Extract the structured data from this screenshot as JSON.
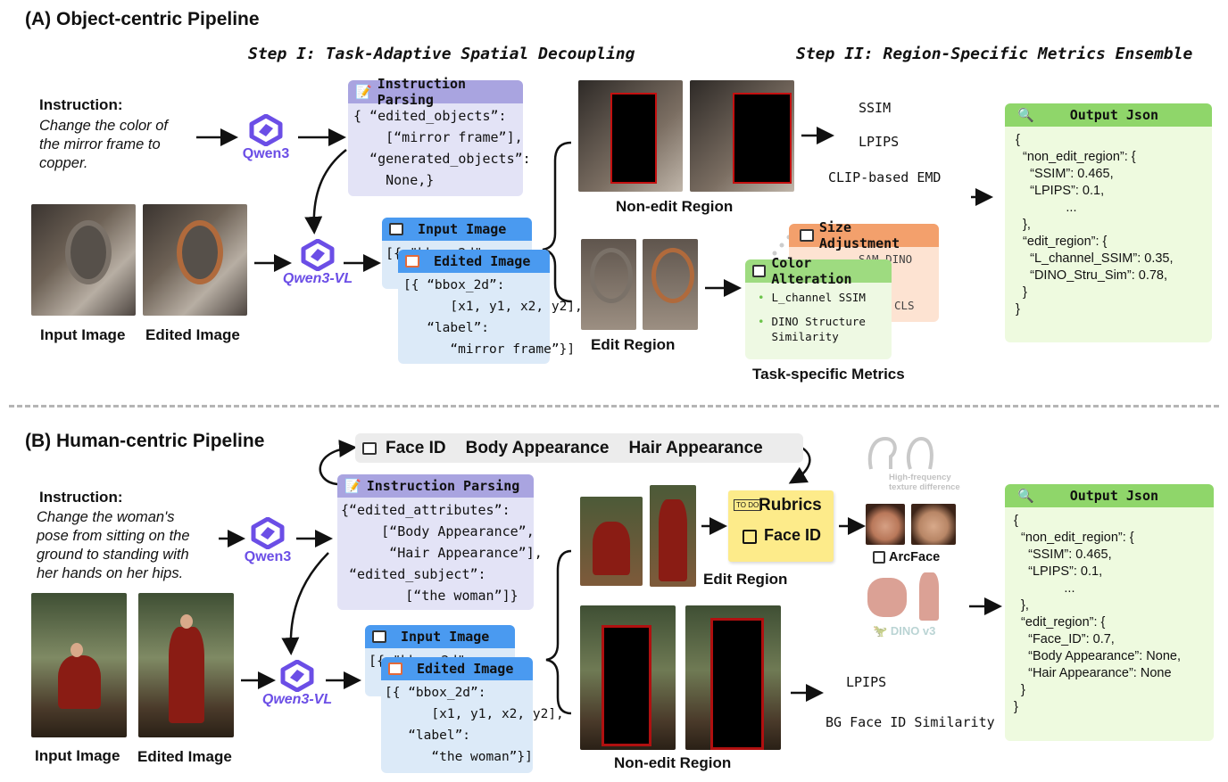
{
  "section_a": {
    "title": "(A) Object-centric Pipeline",
    "step1": "Step I: Task-Adaptive Spatial Decoupling",
    "step2": "Step II: Region-Specific Metrics Ensemble",
    "instruction_heading": "Instruction:",
    "instruction_lines": [
      "Change the color of",
      "the mirror frame to",
      "copper."
    ],
    "qwen3": "Qwen3",
    "qwen3vl": "Qwen3-VL",
    "input_image_label": "Input Image",
    "edited_image_label": "Edited Image",
    "parsing": {
      "title": "Instruction Parsing",
      "lines": [
        "{ “edited_objects”:",
        "    [“mirror frame”],",
        "  “generated_objects”:",
        "    None,}"
      ]
    },
    "input_card": {
      "title": "Input Image",
      "peek": "[{ \"bbox_2d\""
    },
    "edited_card": {
      "title": "Edited Image",
      "lines": [
        "[{ “bbox_2d”:",
        "      [x1, y1, x2, y2],",
        "   “label”:",
        "      “mirror frame”}]"
      ]
    },
    "non_edit_region_label": "Non-edit Region",
    "edit_region_label": "Edit Region",
    "metrics": [
      "SSIM",
      "LPIPS",
      "CLIP-based EMD"
    ],
    "size_card": {
      "title": "Size Adjustment",
      "lines": [
        "SAM-DINO CLS",
        "CLS"
      ]
    },
    "color_card": {
      "title": "Color Alteration",
      "items": [
        "L_channel SSIM",
        "DINO Structure Similarity"
      ]
    },
    "task_metrics_label": "Task-specific Metrics",
    "output": {
      "title": "Output Json",
      "lines": [
        "{",
        "  “non_edit_region”: {",
        "    “SSIM”: 0.465,",
        "    “LPIPS”: 0.1,",
        "              ...",
        "  },",
        "  “edit_region”: {",
        "    “L_channel_SSIM”: 0.35,",
        "    “DINO_Stru_Sim”: 0.78,",
        "  }",
        "}"
      ]
    }
  },
  "section_b": {
    "title": "(B) Human-centric Pipeline",
    "attributes_bar": [
      "Face ID",
      "Body Appearance",
      "Hair Appearance"
    ],
    "instruction_heading": "Instruction:",
    "instruction_lines": [
      "Change the woman's",
      "pose from sitting on the",
      "ground to standing with",
      "her hands on her hips."
    ],
    "qwen3": "Qwen3",
    "qwen3vl": "Qwen3-VL",
    "input_image_label": "Input Image",
    "edited_image_label": "Edited Image",
    "parsing": {
      "title": "Instruction Parsing",
      "lines": [
        "{“edited_attributes”:",
        "     [“Body Appearance”,",
        "      “Hair Appearance”],",
        " “edited_subject”:",
        "        [“the woman”]}"
      ]
    },
    "input_card": {
      "title": "Input Image",
      "peek": "[{ \"bbox_2d\""
    },
    "edited_card": {
      "title": "Edited Image",
      "lines": [
        "[{ “bbox_2d”:",
        "      [x1, y1, x2, y2],",
        "   “label”:",
        "      “the woman”}]"
      ]
    },
    "edit_region_label": "Edit Region",
    "non_edit_region_label": "Non-edit Region",
    "rubrics": {
      "title": "Rubrics",
      "item": "Face ID",
      "todo": "TO DO"
    },
    "hf_label": [
      "High-frequency",
      "texture difference"
    ],
    "arcface": "ArcFace",
    "dino": "DINO v3",
    "metrics": [
      "LPIPS",
      "BG Face ID Similarity"
    ],
    "output": {
      "title": "Output Json",
      "lines": [
        "{",
        "  “non_edit_region”: {",
        "    “SSIM”: 0.465,",
        "    “LPIPS”: 0.1,",
        "              ...",
        "  },",
        "  “edit_region”: {",
        "    “Face_ID”: 0.7,",
        "    “Body Appearance”: None,",
        "    “Hair Appearance”: None",
        "  }",
        "}"
      ]
    }
  },
  "colors": {
    "qwen": "#6b4ee6",
    "parsing_bg": "#e3e3f6",
    "parsing_head": "#a9a4e0",
    "image_card_bg": "#dceaf8",
    "image_card_head": "#4a9af0",
    "output_bg": "#eefadf",
    "output_head": "#8fd66a",
    "size_head": "#f3a06c",
    "size_bg": "#fde3d2",
    "color_head": "#9edb80",
    "color_bg": "#eef9e3",
    "rubric_bg": "#fdeb8a"
  }
}
